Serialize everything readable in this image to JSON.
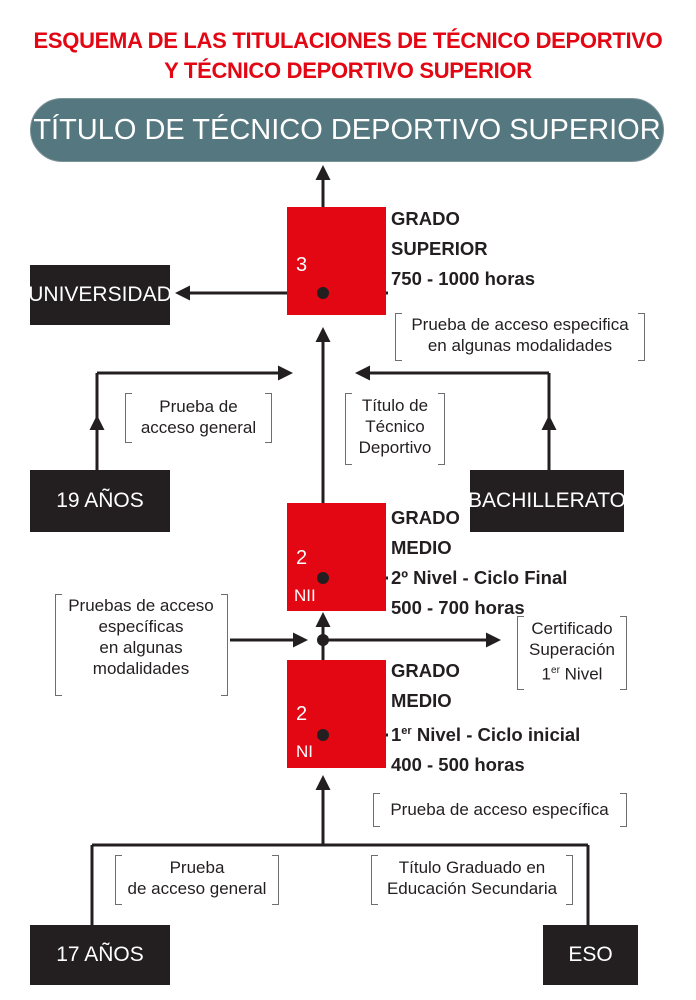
{
  "header": {
    "line1": "ESQUEMA DE LAS TITULACIONES DE TÉCNICO DEPORTIVO",
    "line2": "Y TÉCNICO DEPORTIVO SUPERIOR"
  },
  "banner": "TÍTULO DE TÉCNICO DEPORTIVO SUPERIOR",
  "boxes": {
    "universidad": "UNIVERSIDAD",
    "age19": "19 AÑOS",
    "bachillerato": "BACHILLERATO",
    "age17": "17 AÑOS",
    "eso": "ESO"
  },
  "levels": {
    "superior": {
      "number": "3",
      "line1": "GRADO",
      "line2": "SUPERIOR",
      "hours": "750 - 1000 horas"
    },
    "medio2": {
      "number": "2",
      "tag": "NII",
      "line1": "GRADO",
      "line2": "MEDIO",
      "cycle": "2º Nivel - Ciclo Final",
      "hours": "500 - 700 horas"
    },
    "medio1": {
      "number": "2",
      "tag": "NI",
      "line1": "GRADO",
      "line2": "MEDIO",
      "cycle_pre": "1",
      "cycle_sup": "er",
      "cycle_post": " Nivel - Ciclo inicial",
      "hours": "400 - 500 horas"
    }
  },
  "notes": {
    "especifica_modalidades_l1": "Prueba de acceso especifica",
    "especifica_modalidades_l2": "en algunas modalidades",
    "general_top_l1": "Prueba de",
    "general_top_l2": "acceso general",
    "titulo_tecnico_l1": "Título de",
    "titulo_tecnico_l2": "Técnico",
    "titulo_tecnico_l3": "Deportivo",
    "pruebas_l1": "Pruebas de acceso",
    "pruebas_l2": "específicas",
    "pruebas_l3": "en algunas",
    "pruebas_l4": "modalidades",
    "cert_l1": "Certificado",
    "cert_l2": "Superación",
    "cert_l3_num": "1",
    "cert_l3_sup": "er",
    "cert_l3_word": " Nivel",
    "especifica_bottom": "Prueba de acceso específica",
    "general_bottom_l1": "Prueba",
    "general_bottom_l2": "de acceso general",
    "graduado_l1": "Título Graduado en",
    "graduado_l2": "Educación Secundaria"
  },
  "colors": {
    "red": "#e30613",
    "black": "#231f20",
    "banner": "#55777f"
  }
}
